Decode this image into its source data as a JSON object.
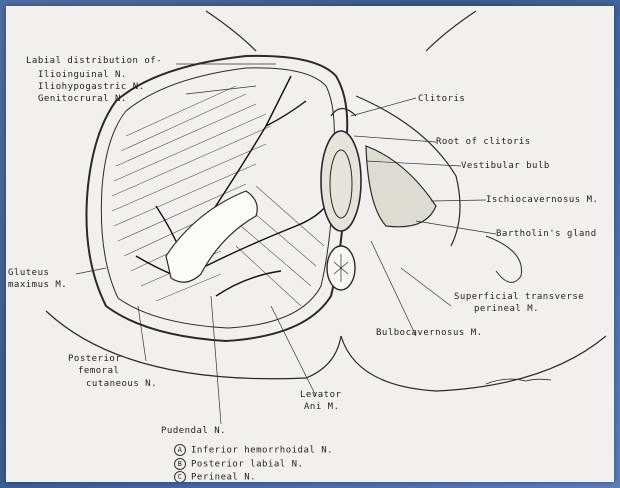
{
  "labels": {
    "labial_distribution": "Labial distribution of-",
    "ilioinguinal": "Ilioinguinal N.",
    "iliohypogastric": "Iliohypogastric N.",
    "genitocrural": "Genitocrural N.",
    "clitoris": "Clitoris",
    "root_of_clitoris": "Root of clitoris",
    "vestibular_bulb": "Vestibular bulb",
    "ischiocavernosus": "Ischiocavernosus M.",
    "bartholin": "Bartholin's gland",
    "gluteus_1": "Gluteus",
    "gluteus_2": "maximus M.",
    "superficial_1": "Superficial transverse",
    "superficial_2": "perineal M.",
    "bulbocavernosus": "Bulbocavernosus M.",
    "post_femoral_1": "Posterior",
    "post_femoral_2": "femoral",
    "post_femoral_3": "cutaneous N.",
    "levator_1": "Levator",
    "levator_2": "Ani M.",
    "pudendal": "Pudendal N."
  },
  "legend": [
    {
      "key": "A",
      "label": "Inferior hemorrhoidal N."
    },
    {
      "key": "B",
      "label": "Posterior labial N."
    },
    {
      "key": "C",
      "label": "Perineal N."
    }
  ],
  "colors": {
    "background": "#4a6fa5",
    "paper": "#f1f0ec",
    "ink": "#222222"
  }
}
